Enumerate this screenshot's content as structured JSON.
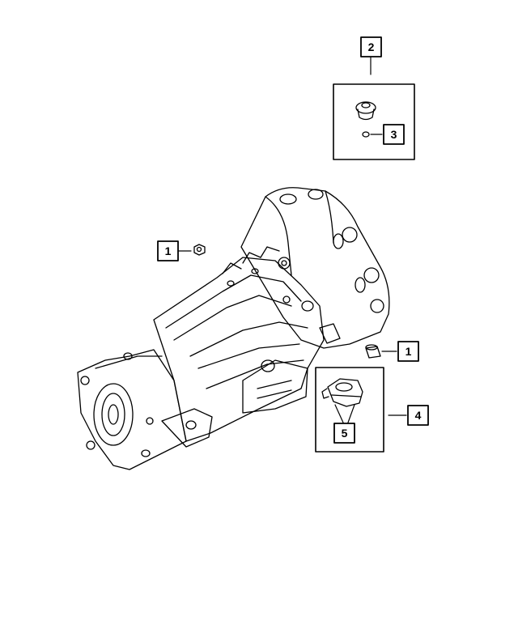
{
  "diagram": {
    "callouts": [
      {
        "id": "c1a",
        "label": "1"
      },
      {
        "id": "c2",
        "label": "2"
      },
      {
        "id": "c3",
        "label": "3"
      },
      {
        "id": "c1b",
        "label": "1"
      },
      {
        "id": "c4",
        "label": "4"
      },
      {
        "id": "c5",
        "label": "5"
      }
    ],
    "colors": {
      "line": "#000000",
      "background": "#ffffff"
    }
  }
}
